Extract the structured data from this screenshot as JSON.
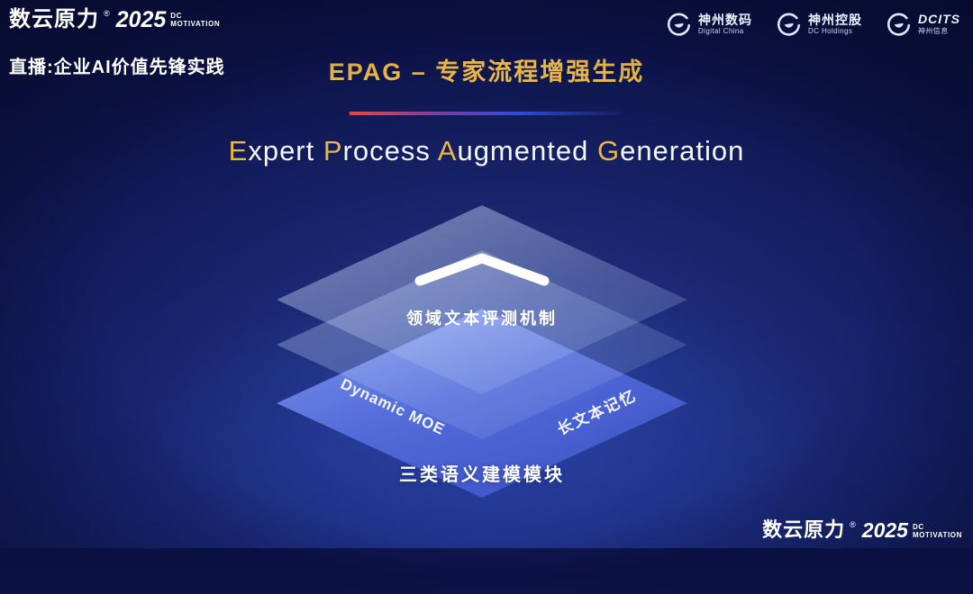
{
  "colors": {
    "gold": "#e9b648",
    "layer_blue_light": "#8ba3f8",
    "layer_blue_dark": "#3a50c4",
    "bg_center": "#1c2c7d",
    "bg_edge": "#0b1042",
    "divider_left": "#e8473f",
    "divider_right": "#2f4bd6"
  },
  "header": {
    "brand": {
      "cn": "数云原力",
      "reg": "®",
      "year": "2025",
      "sub1": "DC",
      "sub2": "MOTIVATION"
    },
    "live_label": "直播:企业AI价值先锋实践",
    "title": "EPAG – 专家流程增强生成",
    "partners": [
      {
        "name": "神州数码",
        "sub": "Digital China"
      },
      {
        "name": "神州控股",
        "sub": "DC Holdings"
      },
      {
        "name": "DCITS",
        "sub": "神州信息"
      }
    ]
  },
  "main": {
    "english_title": [
      {
        "initial": "E",
        "rest": "xpert "
      },
      {
        "initial": "P",
        "rest": "rocess "
      },
      {
        "initial": "A",
        "rest": "ugmented "
      },
      {
        "initial": "G",
        "rest": "eneration"
      }
    ],
    "diagram": {
      "top_layer_label": "领域文本评测机制",
      "middle_layer_left_label": "Dynamic MOE",
      "middle_layer_right_label": "长文本记忆",
      "bottom_layer_label": "三类语义建模模块"
    }
  },
  "footer": {
    "brand": {
      "cn": "数云原力",
      "reg": "®",
      "year": "2025",
      "sub1": "DC",
      "sub2": "MOTIVATION"
    }
  }
}
